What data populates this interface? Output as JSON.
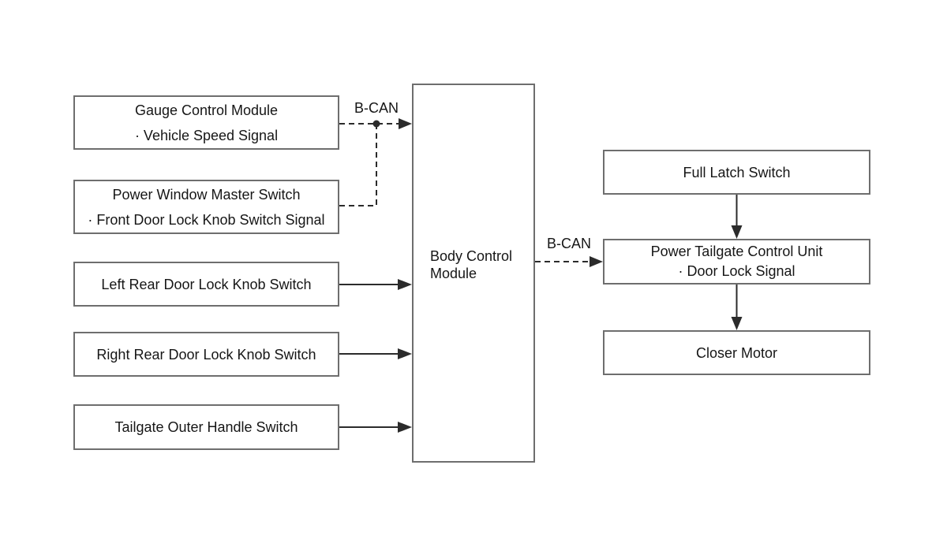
{
  "diagram": {
    "type": "block-diagram",
    "nodes": {
      "gauge_control_module": {
        "title": "Gauge Control Module",
        "sub": "· Vehicle Speed Signal"
      },
      "power_window_master_switch": {
        "title": "Power Window Master Switch",
        "sub": "· Front Door Lock Knob Switch Signal"
      },
      "left_rear_door_lock_knob_switch": {
        "title": "Left Rear Door Lock Knob Switch"
      },
      "right_rear_door_lock_knob_switch": {
        "title": "Right Rear Door Lock Knob Switch"
      },
      "tailgate_outer_handle_switch": {
        "title": "Tailgate Outer Handle Switch"
      },
      "body_control_module": {
        "title": "Body Control\nModule"
      },
      "full_latch_switch": {
        "title": "Full Latch Switch"
      },
      "power_tailgate_control_unit": {
        "title": "Power Tailgate Control Unit",
        "sub": "· Door Lock Signal"
      },
      "closer_motor": {
        "title": "Closer Motor"
      }
    },
    "bus_labels": {
      "left": "B-CAN",
      "right": "B-CAN"
    },
    "edges": [
      {
        "from": "gauge_control_module",
        "to": "body_control_module",
        "style": "dashed",
        "label": "B-CAN"
      },
      {
        "from": "power_window_master_switch",
        "to": "body_control_module",
        "style": "dashed",
        "joins_edge_of": "gauge_control_module"
      },
      {
        "from": "left_rear_door_lock_knob_switch",
        "to": "body_control_module",
        "style": "solid"
      },
      {
        "from": "right_rear_door_lock_knob_switch",
        "to": "body_control_module",
        "style": "solid"
      },
      {
        "from": "tailgate_outer_handle_switch",
        "to": "body_control_module",
        "style": "solid"
      },
      {
        "from": "body_control_module",
        "to": "power_tailgate_control_unit",
        "style": "dashed",
        "label": "B-CAN"
      },
      {
        "from": "full_latch_switch",
        "to": "power_tailgate_control_unit",
        "style": "solid"
      },
      {
        "from": "power_tailgate_control_unit",
        "to": "closer_motor",
        "style": "solid"
      }
    ],
    "colors": {
      "background": "#ffffff",
      "box_border": "#6e6e6e",
      "box_fill": "#ffffff",
      "line": "#2b2b2b",
      "text": "#161616"
    }
  }
}
